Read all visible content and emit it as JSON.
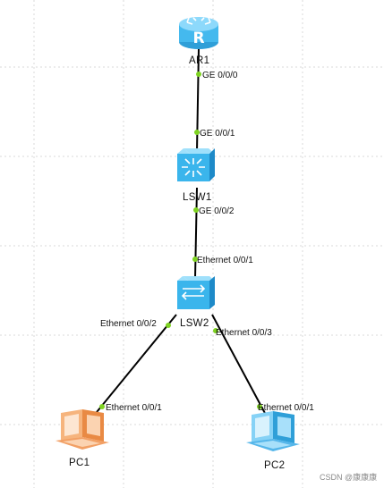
{
  "topology": {
    "devices": {
      "ar1": {
        "label": "AR1",
        "icon": "router-icon",
        "color": "#3fb6ea"
      },
      "lsw1": {
        "label": "LSW1",
        "icon": "l3-switch-icon",
        "color": "#3fb6ea"
      },
      "lsw2": {
        "label": "LSW2",
        "icon": "l2-switch-icon",
        "color": "#3fb6ea"
      },
      "pc1": {
        "label": "PC1",
        "icon": "pc-icon",
        "color": "#f2a065"
      },
      "pc2": {
        "label": "PC2",
        "icon": "pc-icon",
        "color": "#55b6ea"
      }
    },
    "ports": {
      "ar1_ge000": "GE 0/0/0",
      "lsw1_ge001": "GE 0/0/1",
      "lsw1_ge002": "GE 0/0/2",
      "lsw2_eth001": "Ethernet 0/0/1",
      "lsw2_eth002": "Ethernet 0/0/2",
      "lsw2_eth003": "Ethernet 0/0/3",
      "pc1_eth001": "Ethernet 0/0/1",
      "pc2_eth001": "Ethernet 0/0/1"
    },
    "colors": {
      "link": "#000000",
      "port_dot": "#7ed321",
      "grid": "#d9d9d9"
    }
  },
  "watermark": "CSDN @康康康"
}
